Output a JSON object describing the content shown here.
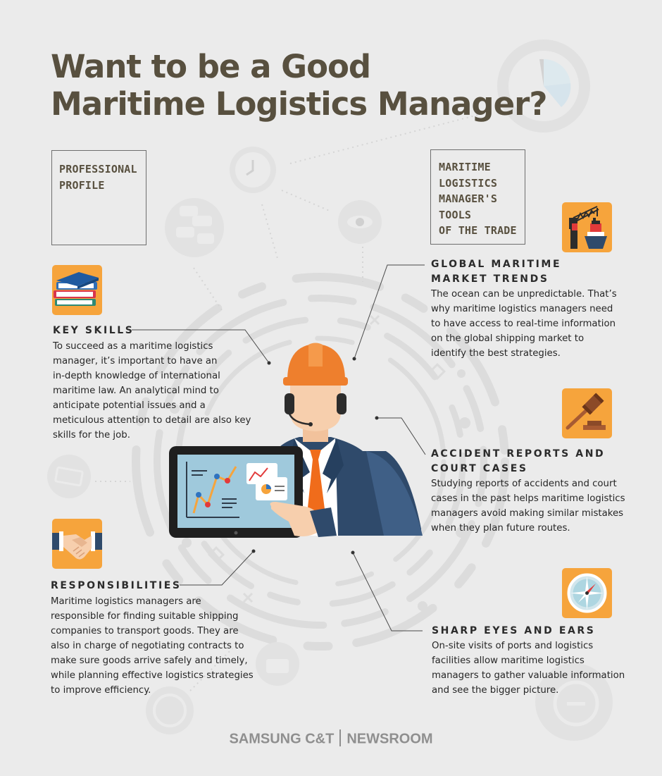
{
  "title": {
    "line1": "Want to be a Good",
    "line2": "Maritime Logistics  Manager?"
  },
  "boxes": {
    "professional_profile": "PROFESSIONAL\nPROFILE",
    "tools": "MARITIME\nLOGISTICS\nMANAGER'S\nTOOLS\nOF THE TRADE"
  },
  "sections": {
    "key_skills": {
      "heading": "KEY SKILLS",
      "lines": [
        "To succeed as a maritime logistics",
        "manager, it’s important to have an",
        "in-depth knowledge of international",
        "maritime law. An analytical mind to",
        "anticipate potential issues and a",
        "meticulous attention to detail are also key",
        "skills for the job."
      ]
    },
    "responsibilities": {
      "heading": "RESPONSIBILITIES",
      "lines": [
        "Maritime logistics managers are",
        "responsible for finding suitable shipping",
        "companies to transport goods. They are",
        "also in charge of negotiating contracts to",
        "make sure goods arrive safely and timely,",
        "while planning effective logistics strategies",
        "to improve efficiency."
      ]
    },
    "market_trends": {
      "heading": "GLOBAL MARITIME\nMARKET TRENDS",
      "lines": [
        "The ocean can be unpredictable. That’s",
        "why maritime logistics managers need",
        "to have access to real-time information",
        "on the global shipping market to",
        "identify the best strategies."
      ]
    },
    "accident_reports": {
      "heading": "ACCIDENT REPORTS AND\nCOURT CASES",
      "lines": [
        "Studying reports of accidents and court",
        "cases in the past helps maritime logistics",
        "managers avoid making similar mistakes",
        "when they plan future routes."
      ]
    },
    "sharp_eyes": {
      "heading": "SHARP EYES AND EARS",
      "lines": [
        "On-site visits of ports and logistics",
        "facilities allow maritime logistics",
        "managers to gather valuable information",
        "and see the bigger picture."
      ]
    }
  },
  "icons": {
    "books": "books-icon",
    "handshake": "handshake-icon",
    "crane": "crane-ship-icon",
    "gavel": "gavel-icon",
    "compass": "compass-icon",
    "manager": "manager-with-tablet-illustration"
  },
  "footer": {
    "brand": "SAMSUNG C&T",
    "section": "NEWSROOM"
  },
  "colors": {
    "background": "#ebebeb",
    "title": "#58503f",
    "accent_orange": "#f6a43c",
    "helmet": "#ee7f2d",
    "suit": "#2f4a6b",
    "tie": "#f06c1b",
    "screen": "#9fc9dc"
  }
}
